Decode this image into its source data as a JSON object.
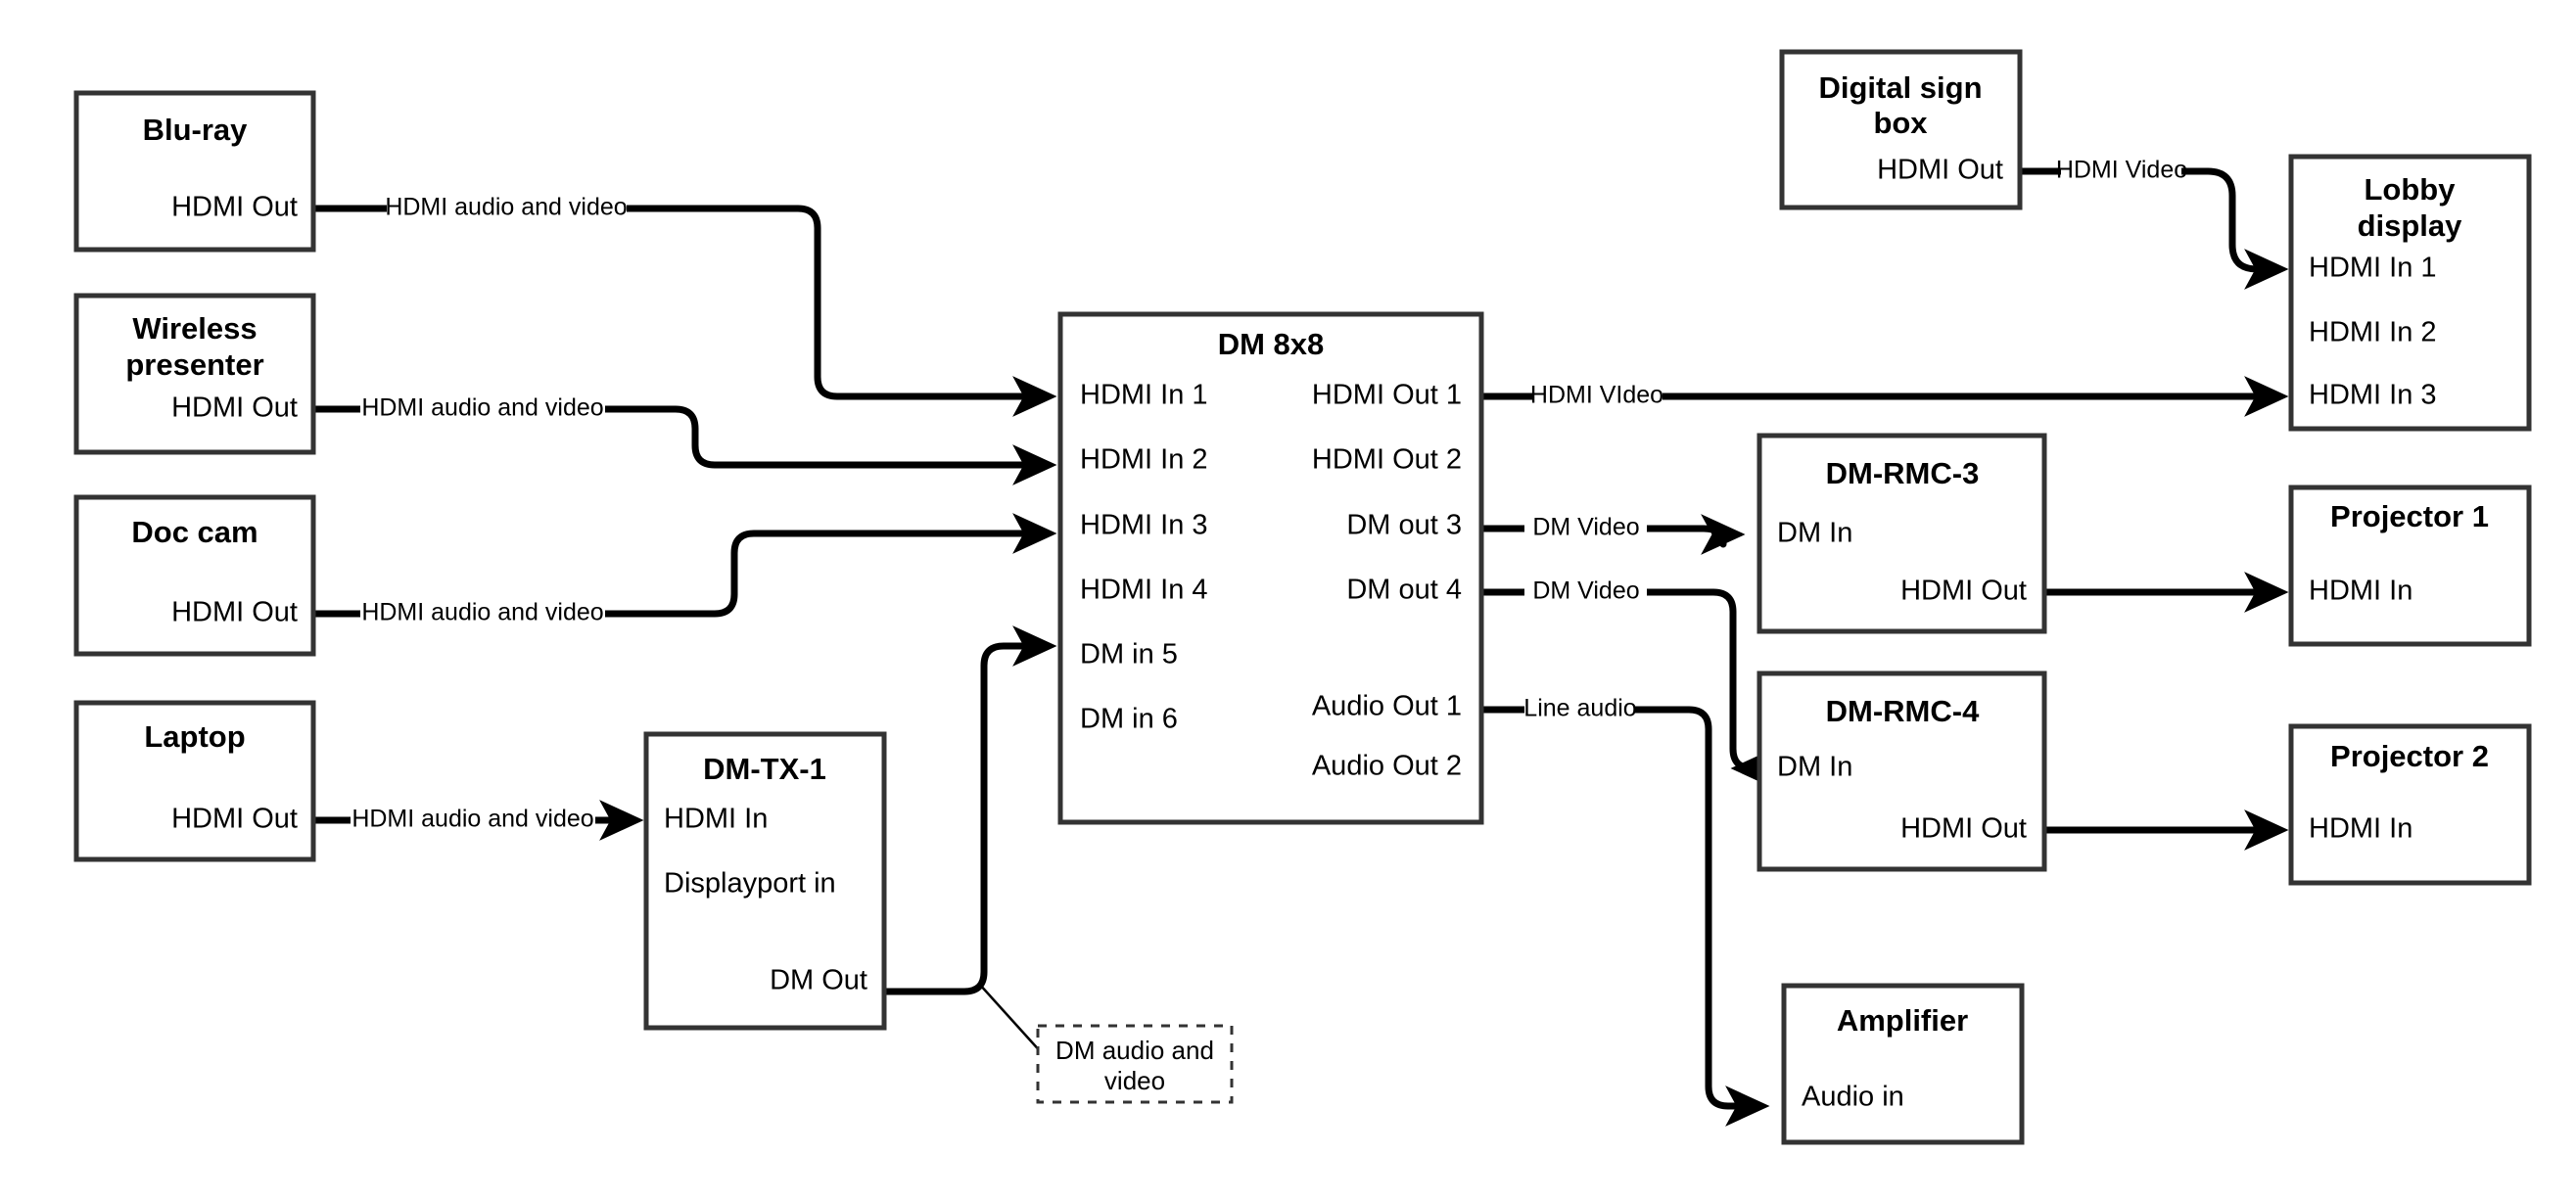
{
  "diagram": {
    "title": "AV signal routing diagram",
    "stroke_color": "#333333",
    "wire_color": "#000000",
    "background": "#ffffff"
  },
  "nodes": [
    {
      "id": "blu-ray",
      "title": "Blu-ray",
      "ports_right": [
        "HDMI Out"
      ],
      "ports_left": []
    },
    {
      "id": "wireless-presenter",
      "title": "Wireless presenter",
      "title_line1": "Wireless",
      "title_line2": "presenter",
      "ports_right": [
        "HDMI Out"
      ],
      "ports_left": []
    },
    {
      "id": "doc-cam",
      "title": "Doc cam",
      "ports_right": [
        "HDMI Out"
      ],
      "ports_left": []
    },
    {
      "id": "laptop",
      "title": "Laptop",
      "ports_right": [
        "HDMI Out"
      ],
      "ports_left": []
    },
    {
      "id": "dm-tx-1",
      "title": "DM-TX-1",
      "ports_left": [
        "HDMI In",
        "Displayport in"
      ],
      "ports_right": [
        "DM Out"
      ]
    },
    {
      "id": "dm-8x8",
      "title": "DM 8x8",
      "ports_left": [
        "HDMI In 1",
        "HDMI In 2",
        "HDMI In 3",
        "HDMI In 4",
        "DM in 5",
        "DM in 6"
      ],
      "ports_right": [
        "HDMI Out 1",
        "HDMI Out 2",
        "DM out 3",
        "DM out 4",
        "Audio Out 1",
        "Audio Out 2"
      ]
    },
    {
      "id": "digital-sign-box",
      "title": "Digital sign box",
      "title_line1": "Digital sign",
      "title_line2": "box",
      "ports_right": [
        "HDMI Out"
      ],
      "ports_left": []
    },
    {
      "id": "lobby-display",
      "title": "Lobby display",
      "title_line1": "Lobby",
      "title_line2": "display",
      "ports_left": [
        "HDMI In 1",
        "HDMI In 2",
        "HDMI In 3"
      ],
      "ports_right": []
    },
    {
      "id": "dm-rmc-3",
      "title": "DM-RMC-3",
      "ports_left": [
        "DM In"
      ],
      "ports_right": [
        "HDMI Out"
      ]
    },
    {
      "id": "dm-rmc-4",
      "title": "DM-RMC-4",
      "ports_left": [
        "DM In"
      ],
      "ports_right": [
        "HDMI Out"
      ]
    },
    {
      "id": "projector-1",
      "title": "Projector 1",
      "ports_left": [
        "HDMI In"
      ],
      "ports_right": []
    },
    {
      "id": "projector-2",
      "title": "Projector 2",
      "ports_left": [
        "HDMI In"
      ],
      "ports_right": []
    },
    {
      "id": "amplifier",
      "title": "Amplifier",
      "ports_left": [
        "Audio in"
      ],
      "ports_right": []
    }
  ],
  "edges": [
    {
      "id": "bluray-to-dm-in1",
      "label": "HDMI audio and video",
      "from": "blu-ray / HDMI Out",
      "to": "dm-8x8 / HDMI In 1"
    },
    {
      "id": "wireless-to-dm-in2",
      "label": "HDMI audio and video",
      "from": "wireless-presenter / HDMI Out",
      "to": "dm-8x8 / HDMI In 2"
    },
    {
      "id": "doccam-to-dm-in3",
      "label": "HDMI audio and video",
      "from": "doc-cam / HDMI Out",
      "to": "dm-8x8 / HDMI In 3"
    },
    {
      "id": "laptop-to-tx",
      "label": "HDMI audio and video",
      "from": "laptop / HDMI Out",
      "to": "dm-tx-1 / HDMI In"
    },
    {
      "id": "tx-to-dm-in5",
      "label": "DM audio and video",
      "from": "dm-tx-1 / DM Out",
      "to": "dm-8x8 / DM in 5"
    },
    {
      "id": "dm-out1-to-lobby-in3",
      "label": "HDMI VIdeo",
      "from": "dm-8x8 / HDMI Out 1",
      "to": "lobby-display / HDMI In 3"
    },
    {
      "id": "dm-out3-to-rmc3",
      "label": "DM Video",
      "from": "dm-8x8 / DM out 3",
      "to": "dm-rmc-3 / DM In"
    },
    {
      "id": "dm-out4-to-rmc4",
      "label": "DM Video",
      "from": "dm-8x8 / DM out 4",
      "to": "dm-rmc-4 / DM In"
    },
    {
      "id": "dm-audio1-to-amp",
      "label": "Line audio",
      "from": "dm-8x8 / Audio Out 1",
      "to": "amplifier / Audio in"
    },
    {
      "id": "sign-to-lobby-in1",
      "label": "HDMI Video",
      "from": "digital-sign-box / HDMI Out",
      "to": "lobby-display / HDMI In 1"
    },
    {
      "id": "rmc3-to-proj1",
      "label": "",
      "from": "dm-rmc-3 / HDMI Out",
      "to": "projector-1 / HDMI In"
    },
    {
      "id": "rmc4-to-proj2",
      "label": "",
      "from": "dm-rmc-4 / HDMI Out",
      "to": "projector-2 / HDMI In"
    }
  ],
  "labels": {
    "hdmi_av": "HDMI audio and video",
    "hdmi_video_sign": "HDMI Video",
    "hdmi_video_out1": "HDMI VIdeo",
    "dm_video_3": "DM Video",
    "dm_video_4": "DM Video",
    "line_audio": "Line audio",
    "dm_audio_and_video_l1": "DM audio and",
    "dm_audio_and_video_l2": "video"
  },
  "text": {
    "blu_ray_title": "Blu-ray",
    "blu_ray_hdmi_out": "HDMI Out",
    "wireless_title_1": "Wireless",
    "wireless_title_2": "presenter",
    "wireless_hdmi_out": "HDMI Out",
    "doccam_title": "Doc cam",
    "doccam_hdmi_out": "HDMI Out",
    "laptop_title": "Laptop",
    "laptop_hdmi_out": "HDMI Out",
    "tx_title": "DM-TX-1",
    "tx_hdmi_in": "HDMI In",
    "tx_dp_in": "Displayport in",
    "tx_dm_out": "DM Out",
    "dm_title": "DM 8x8",
    "dm_in_1": "HDMI In 1",
    "dm_in_2": "HDMI In 2",
    "dm_in_3": "HDMI In 3",
    "dm_in_4": "HDMI In 4",
    "dm_in_5": "DM in 5",
    "dm_in_6": "DM in 6",
    "dm_out_1": "HDMI Out 1",
    "dm_out_2": "HDMI Out 2",
    "dm_out_3": "DM out 3",
    "dm_out_4": "DM out 4",
    "dm_audio_out_1": "Audio Out 1",
    "dm_audio_out_2": "Audio Out 2",
    "sign_title_1": "Digital sign",
    "sign_title_2": "box",
    "sign_hdmi_out": "HDMI Out",
    "lobby_title_1": "Lobby",
    "lobby_title_2": "display",
    "lobby_in_1": "HDMI In 1",
    "lobby_in_2": "HDMI In 2",
    "lobby_in_3": "HDMI In 3",
    "rmc3_title": "DM-RMC-3",
    "rmc3_dm_in": "DM In",
    "rmc3_hdmi_out": "HDMI Out",
    "rmc4_title": "DM-RMC-4",
    "rmc4_dm_in": "DM In",
    "rmc4_hdmi_out": "HDMI Out",
    "proj1_title": "Projector 1",
    "proj1_hdmi_in": "HDMI In",
    "proj2_title": "Projector 2",
    "proj2_hdmi_in": "HDMI In",
    "amp_title": "Amplifier",
    "amp_audio_in": "Audio in"
  }
}
